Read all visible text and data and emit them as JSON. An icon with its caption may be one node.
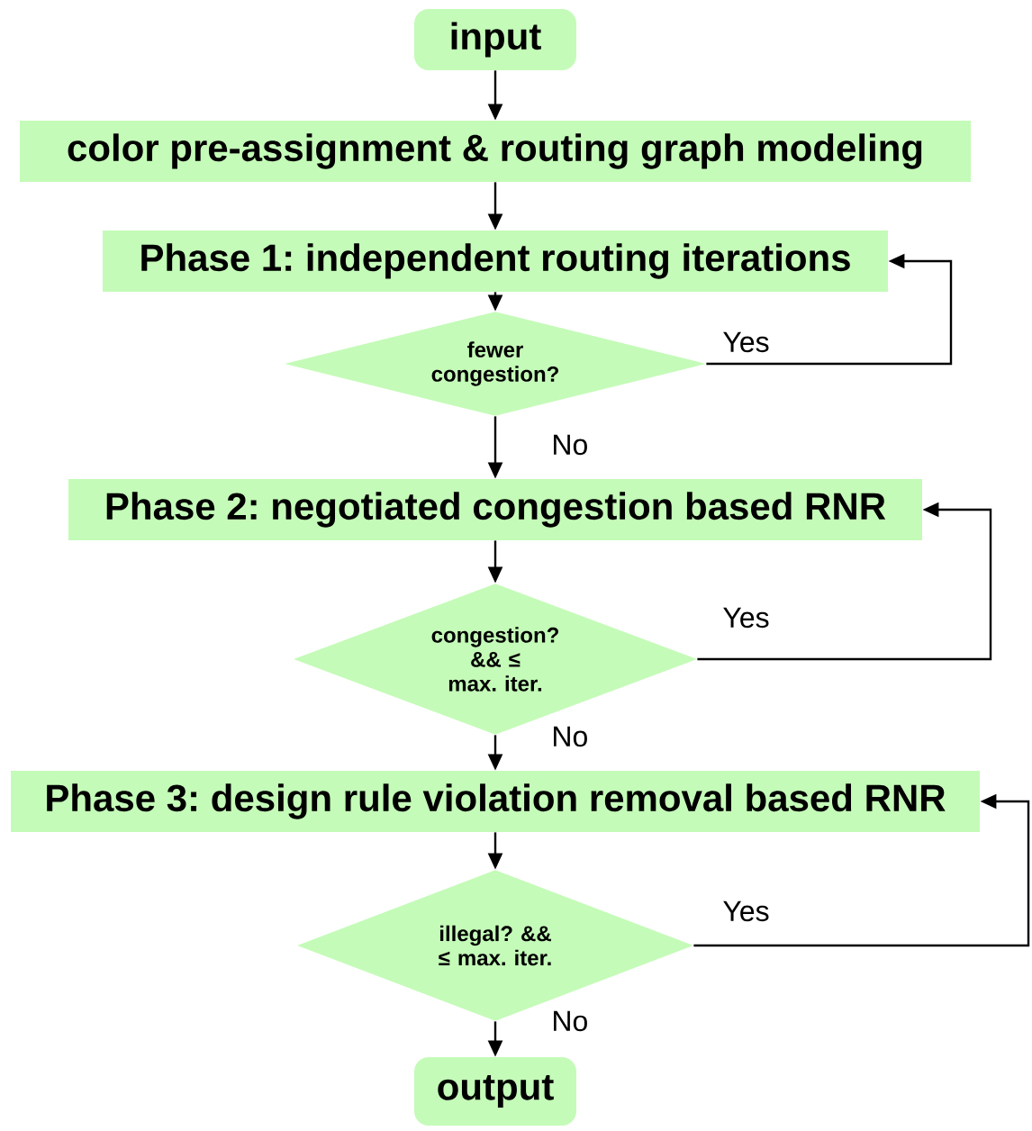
{
  "diagram": {
    "nodes": [
      {
        "text": [
          "input"
        ]
      },
      {
        "text": [
          "color pre-assignment & routing graph modeling"
        ]
      },
      {
        "text": [
          "Phase 1: independent routing iterations"
        ]
      },
      {
        "text": [
          "fewer congestion?"
        ]
      },
      {
        "text": [
          "Phase 2: negotiated congestion based RNR"
        ]
      },
      {
        "text": [
          "congestion? && ≤ max. iter."
        ]
      },
      {
        "text": [
          "Phase 3: design rule violation removal based RNR"
        ]
      },
      {
        "text": [
          "illegal? && ≤ max. iter."
        ]
      },
      {
        "text": [
          "output"
        ]
      }
    ],
    "edges": [
      {
        "from": 0,
        "to": 1,
        "arrow": "to"
      },
      {
        "from": 1,
        "to": 2,
        "arrow": "to"
      },
      {
        "from": 2,
        "to": 3,
        "arrow": "to"
      },
      {
        "from": 3,
        "to": 2,
        "arrow": "to",
        "label": "Yes"
      },
      {
        "from": 3,
        "to": 4,
        "arrow": "to",
        "label": "No"
      },
      {
        "from": 4,
        "to": 5,
        "arrow": "to"
      },
      {
        "from": 5,
        "to": 4,
        "arrow": "to",
        "label": "Yes"
      },
      {
        "from": 5,
        "to": 6,
        "arrow": "to",
        "label": "No"
      },
      {
        "from": 6,
        "to": 7,
        "arrow": "to"
      },
      {
        "from": 7,
        "to": 6,
        "arrow": "to",
        "label": "Yes"
      },
      {
        "from": 7,
        "to": 8,
        "arrow": "to",
        "label": "No"
      }
    ]
  }
}
